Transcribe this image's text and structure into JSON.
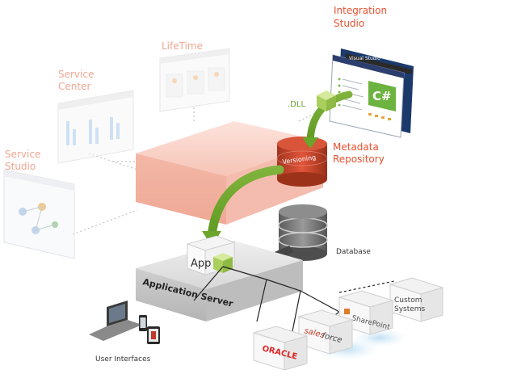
{
  "labels": {
    "integration_studio": [
      "Integration",
      "Studio"
    ],
    "lifetime": "LifeTime",
    "service_center": [
      "Service",
      "Center"
    ],
    "service_studio": [
      "Service",
      "Studio"
    ],
    "metadata_repository": [
      "Metadata",
      "Repository"
    ],
    "versioning": "Versioning",
    "dll": ".DLL",
    "csharp": "C#",
    "visual_studio": "Visual Studio",
    "database": "Database",
    "app": "App",
    "application_server": "Application Server",
    "user_interfaces": "User Interfaces",
    "custom_systems": [
      "Custom",
      "Systems"
    ],
    "sharepoint": "SharePoint",
    "salesforce_prefix": "sales",
    "salesforce_suffix": "force",
    "oracle": "ORACLE"
  },
  "colors": {
    "accent_red": "#e8502e",
    "faded_red": "#f1a692",
    "repository_red": "#c8442a",
    "platform_pink": "#f6c9bd",
    "arrow_green": "#8bc34a",
    "cube_green": "#b5d86a",
    "server_gray": "#c9c9c9",
    "database_gray": "#7a7a7a"
  }
}
